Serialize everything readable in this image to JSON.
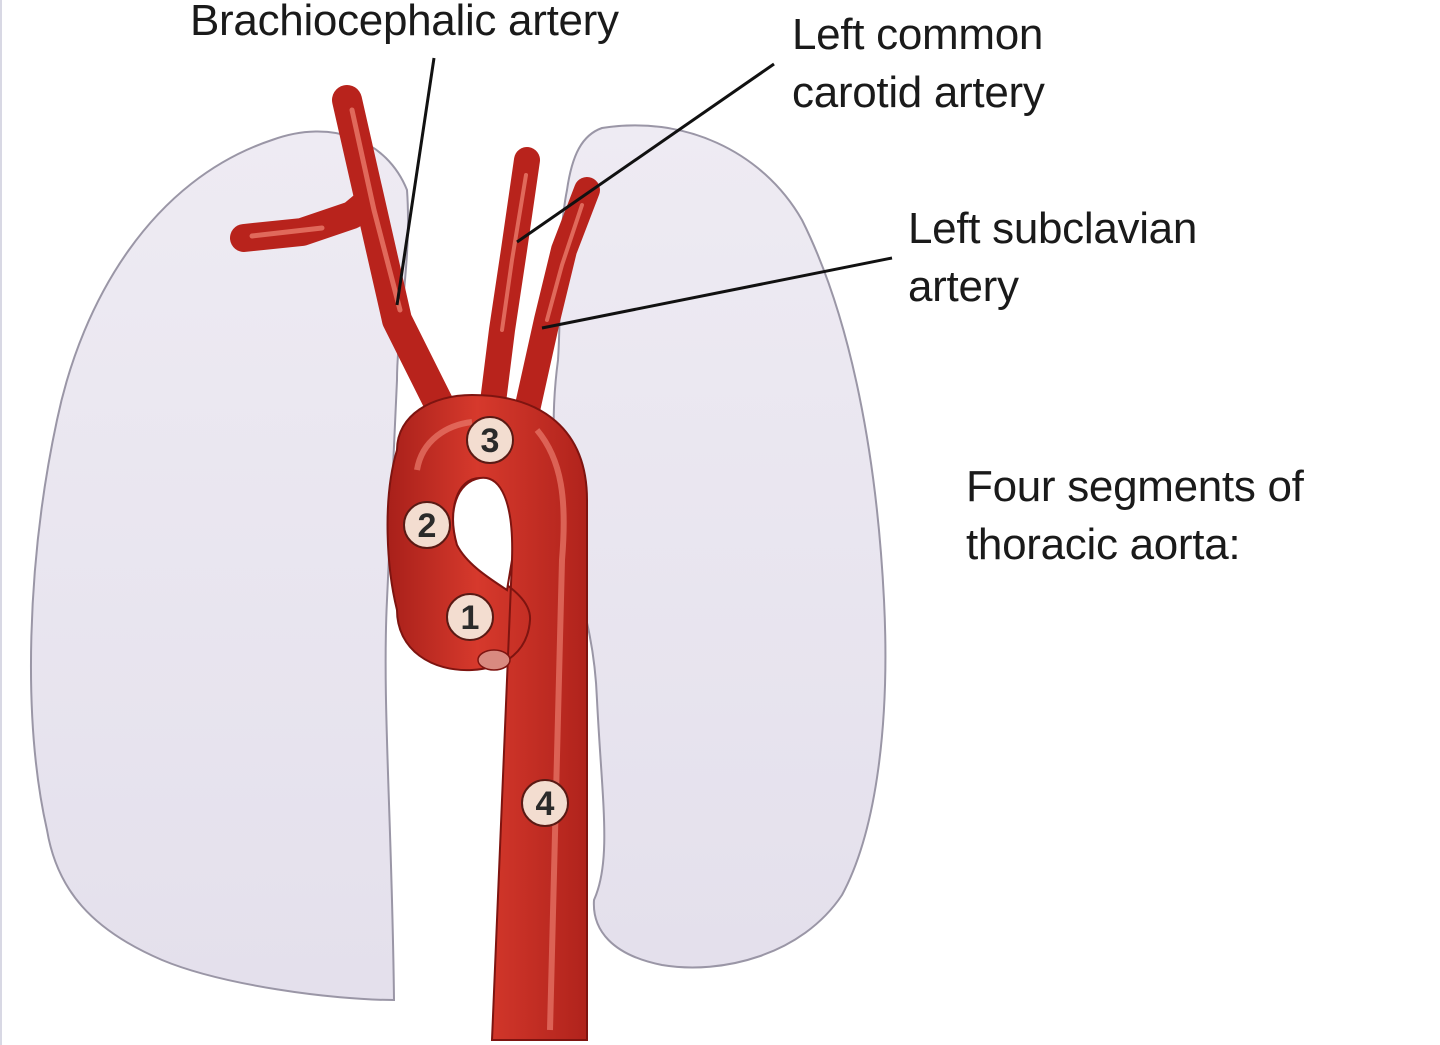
{
  "labels": {
    "brachiocephalic": "Brachiocephalic artery",
    "left_common_carotid": [
      "Left common",
      "carotid artery"
    ],
    "left_subclavian": [
      "Left subclavian",
      "artery"
    ]
  },
  "caption": [
    "Four segments of",
    "thoracic aorta:"
  ],
  "segments": [
    "1",
    "2",
    "3",
    "4"
  ],
  "colors": {
    "lung_fill": "#e9e6ef",
    "lung_outline": "#9a96a6",
    "artery_red": "#c8281f",
    "artery_highlight": "#ea7a6c",
    "marker_fill": "#f3ddd0",
    "leader_line": "#111111"
  }
}
